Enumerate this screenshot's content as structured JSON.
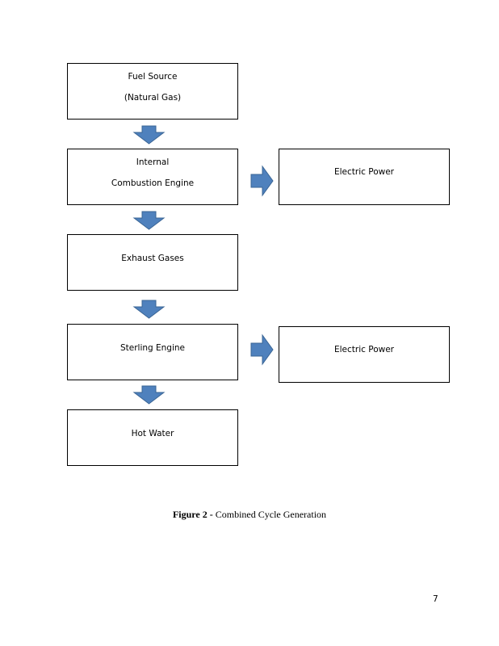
{
  "diagram": {
    "boxes": {
      "fuel_source": [
        "Fuel Source",
        "(Natural Gas)"
      ],
      "internal_combustion": [
        "Internal",
        "Combustion Engine"
      ],
      "exhaust_gases": [
        "Exhaust Gases"
      ],
      "sterling_engine": [
        "Sterling Engine"
      ],
      "hot_water": [
        "Hot Water"
      ],
      "electric_power_1": [
        "Electric Power"
      ],
      "electric_power_2": [
        "Electric Power"
      ]
    },
    "arrow_color": "#4f81bd",
    "arrow_border_color": "#3a6595"
  },
  "caption": {
    "label": "Figure 2 -",
    "text": " Combined Cycle Generation"
  },
  "page_number": "7"
}
